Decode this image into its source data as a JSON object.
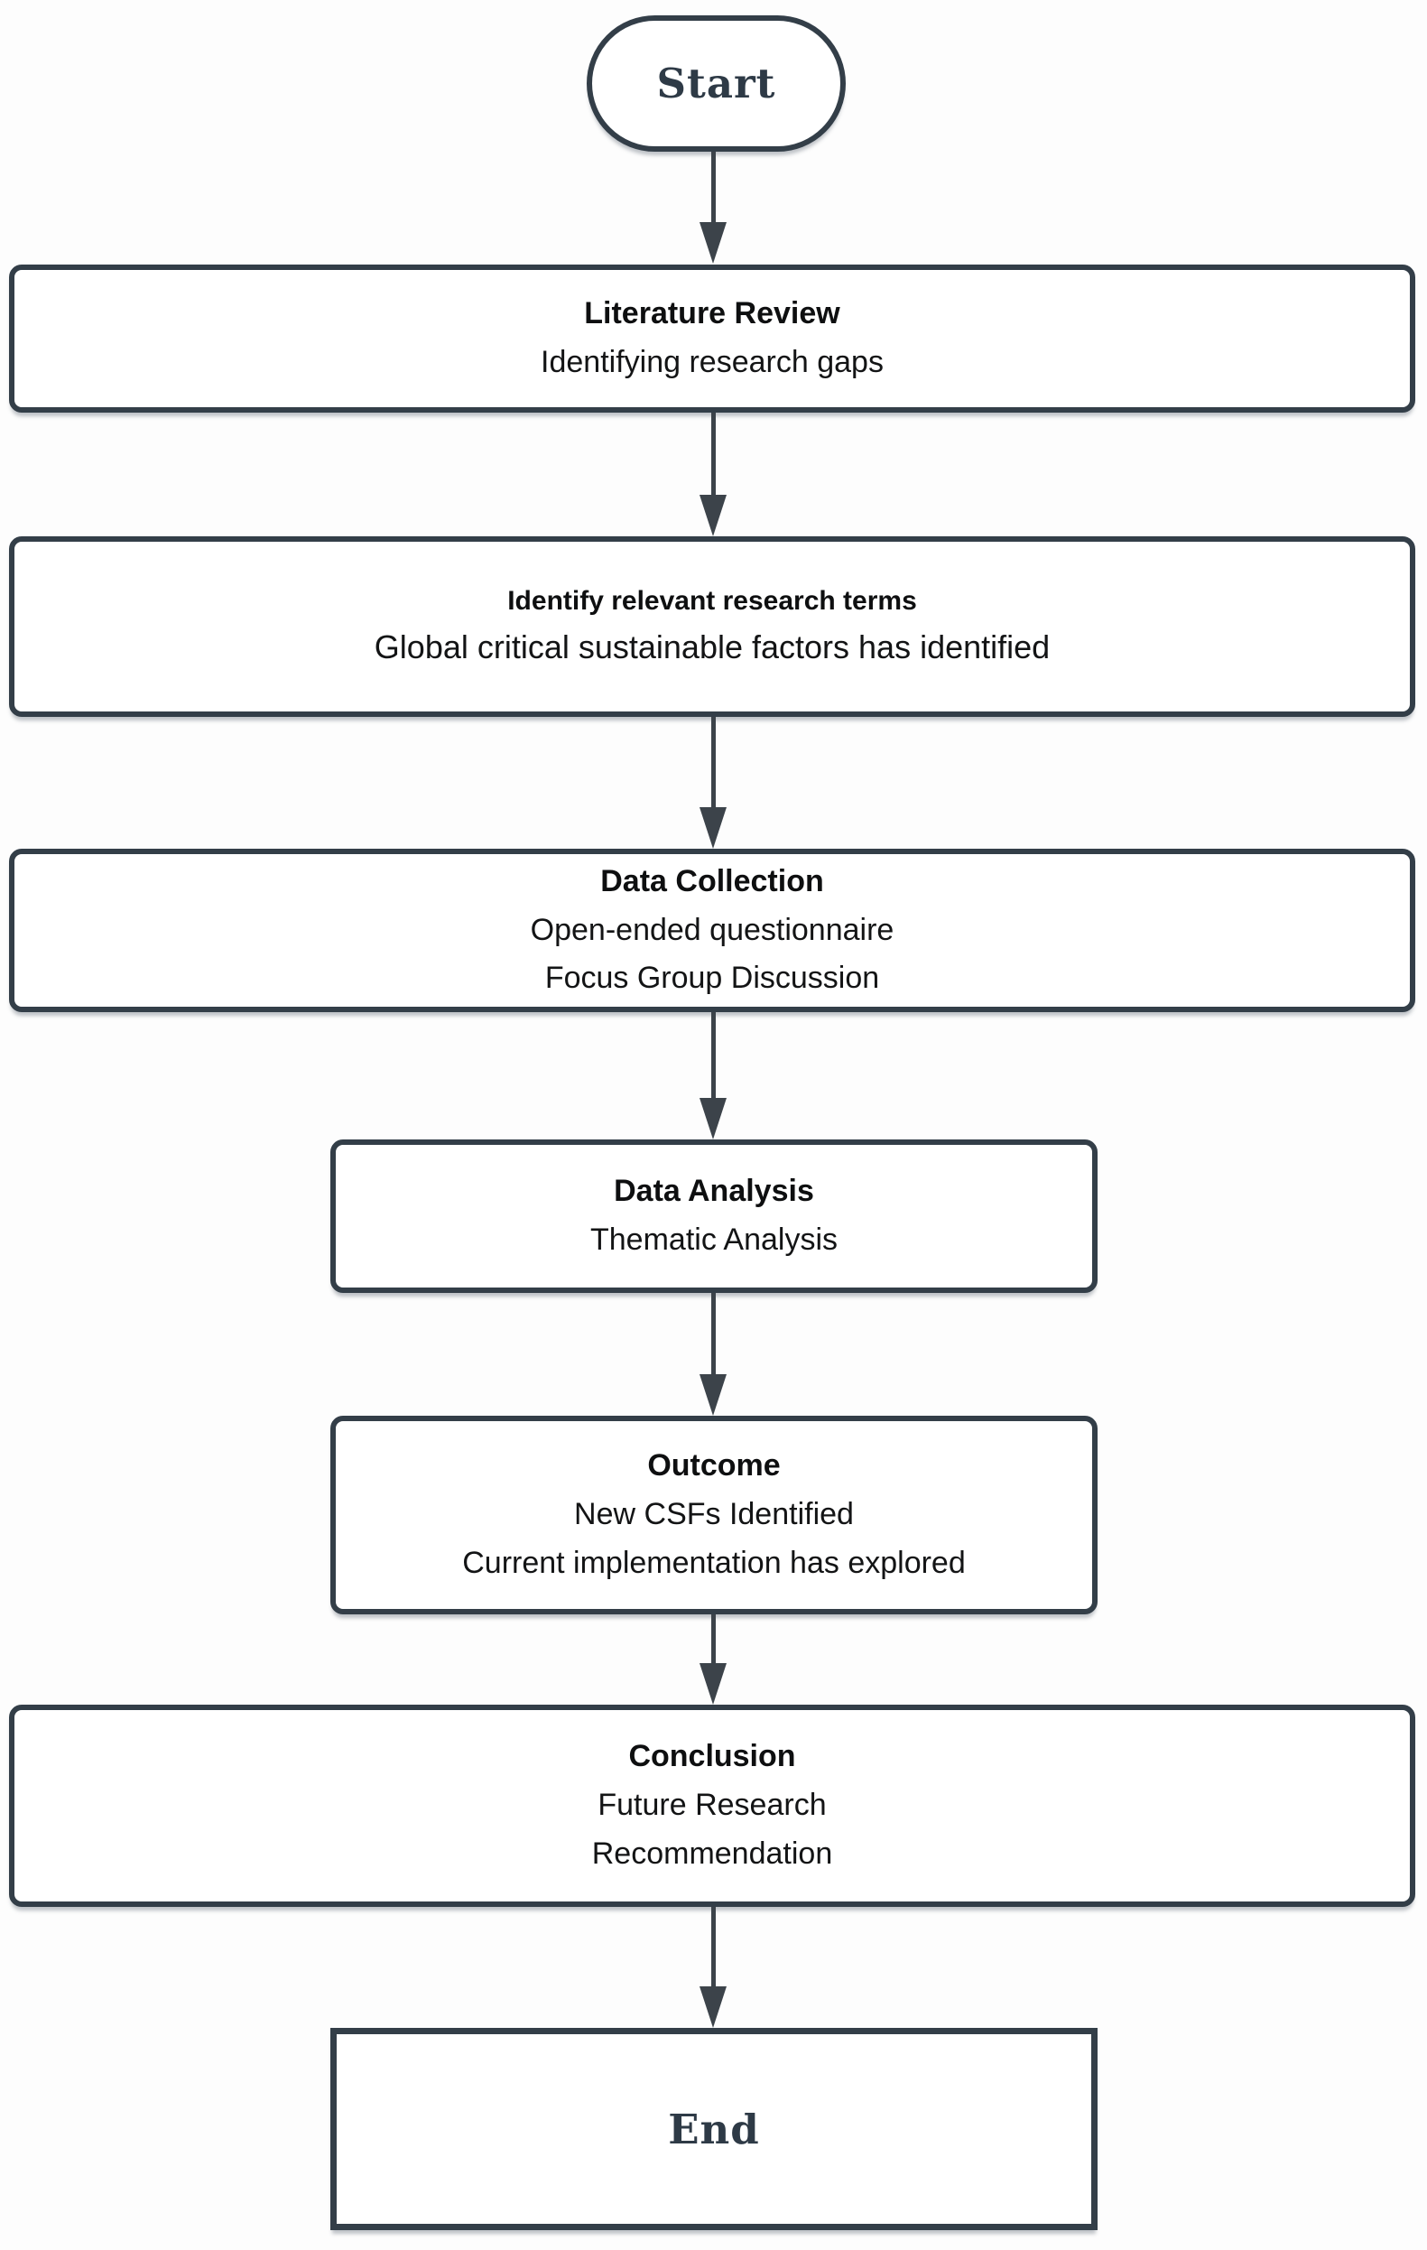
{
  "diagram": {
    "type": "flowchart",
    "direction": "top-down",
    "colors": {
      "background": "#fdfdfd",
      "node_border": "#333e48",
      "node_fill": "#ffffff",
      "arrow": "#3c434a",
      "body_text": "#131415",
      "terminal_text": "#2e3a46"
    },
    "nodes": [
      {
        "id": "start",
        "shape": "stadium",
        "label": "Start"
      },
      {
        "id": "literature-review",
        "shape": "rounded-rect",
        "title": "Literature Review",
        "lines": [
          "Identifying research gaps"
        ]
      },
      {
        "id": "identify-terms",
        "shape": "rounded-rect",
        "title": "Identify relevant research terms",
        "lines": [
          "Global critical sustainable factors has identified"
        ]
      },
      {
        "id": "data-collection",
        "shape": "rounded-rect",
        "title": "Data Collection",
        "lines": [
          "Open-ended questionnaire",
          "Focus Group Discussion"
        ]
      },
      {
        "id": "data-analysis",
        "shape": "rounded-rect",
        "title": "Data Analysis",
        "lines": [
          "Thematic Analysis"
        ]
      },
      {
        "id": "outcome",
        "shape": "rounded-rect",
        "title": "Outcome",
        "lines": [
          "New CSFs Identified",
          "Current implementation has explored"
        ]
      },
      {
        "id": "conclusion",
        "shape": "rounded-rect",
        "title": "Conclusion",
        "lines": [
          "Future Research",
          "Recommendation"
        ]
      },
      {
        "id": "end",
        "shape": "rectangle",
        "label": "End"
      }
    ],
    "edges": [
      {
        "from": "start",
        "to": "literature-review"
      },
      {
        "from": "literature-review",
        "to": "identify-terms"
      },
      {
        "from": "identify-terms",
        "to": "data-collection"
      },
      {
        "from": "data-collection",
        "to": "data-analysis"
      },
      {
        "from": "data-analysis",
        "to": "outcome"
      },
      {
        "from": "outcome",
        "to": "conclusion"
      },
      {
        "from": "conclusion",
        "to": "end"
      }
    ]
  }
}
